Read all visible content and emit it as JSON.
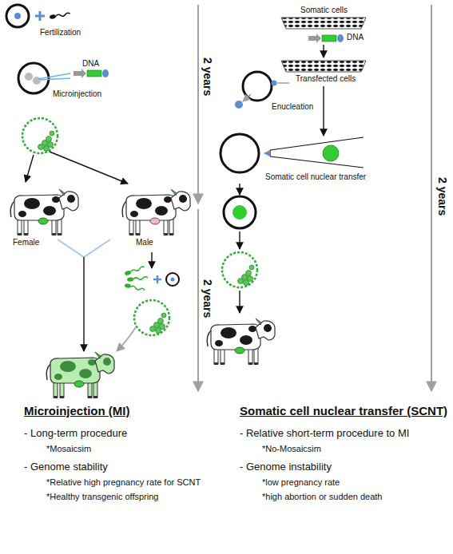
{
  "diagram": {
    "labels": [
      "Fertilization",
      "DNA",
      "Microinjection",
      "2 years",
      "Female",
      "Male",
      "2 years",
      "Somatic cells",
      "DNA",
      "Transfected cells",
      "Enucleation",
      "Somatic cell nuclear transfer",
      "2 years",
      "Microinjection (MI)",
      "- Long-term procedure",
      "*Mosaicsim",
      "- Genome stability",
      "*Relative high pregnancy rate for SCNT",
      "*Healthy transgenic offspring",
      "Somatic cell nuclear transfer (SCNT)",
      "- Relative short-term procedure to MI",
      "*No-Mosaicsim",
      "- Genome instability",
      "*low pregnancy rate",
      "*high abortion or sudden death"
    ]
  }
}
